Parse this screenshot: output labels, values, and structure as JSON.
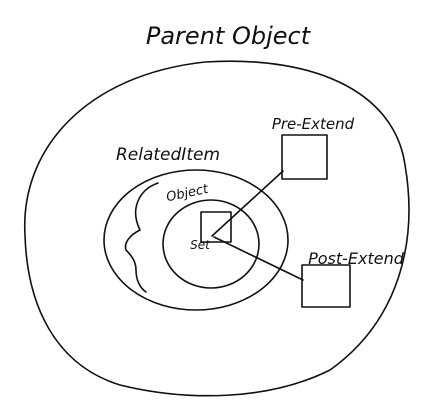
{
  "diagram": {
    "title": "Parent Object",
    "related_label": "RelatedItem",
    "object_label": "Object",
    "set_label": "Set",
    "pre_extend_label": "Pre-Extend",
    "post_extend_label": "Post-Extend"
  },
  "colors": {
    "ink": "#111111",
    "background": "#ffffff"
  }
}
